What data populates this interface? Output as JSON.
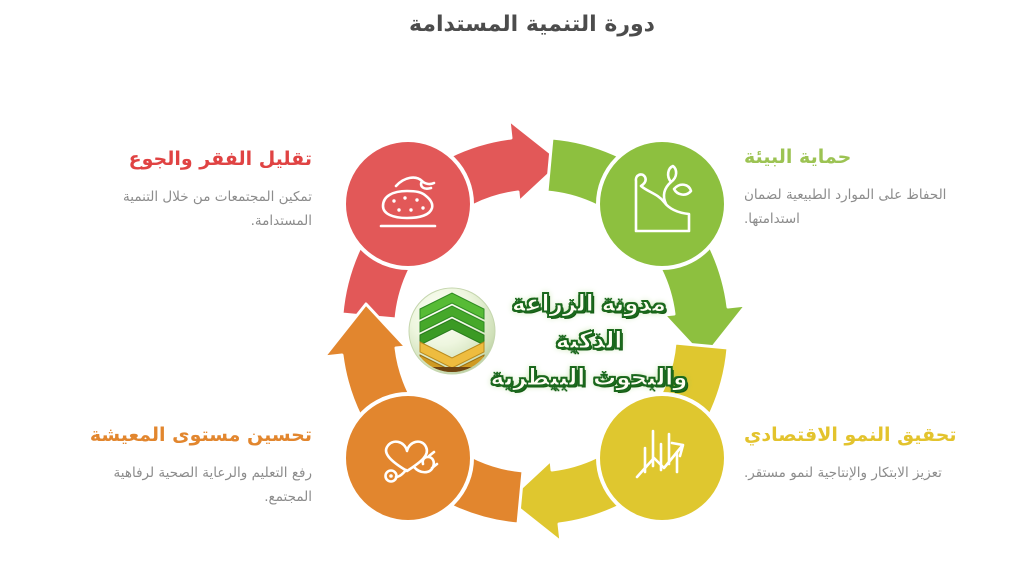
{
  "title": "دورة التنمية المستدامة",
  "brand": {
    "line1": "مدونة الزراعة الذكية",
    "line2": "والبحوث البيطرية",
    "logo": "plant-wheat-emblem",
    "text_color": "#fffef2",
    "outline_color": "#17641c"
  },
  "nodes": {
    "poverty": {
      "heading": "تقليل الفقر والجوع",
      "description": "تمكين المجتمعات من خلال التنمية المستدامة.",
      "color": "#e25858",
      "heading_color": "#e04343",
      "icon": "bread-hand-icon",
      "position": "top-left"
    },
    "environment": {
      "heading": "حماية البيئة",
      "description": "الحفاظ على الموارد الطبيعية لضمان استدامتها.",
      "color": "#8dc03f",
      "heading_color": "#9cc353",
      "icon": "plant-growth-icon",
      "position": "top-right"
    },
    "economy": {
      "heading": "تحقيق النمو الاقتصادي",
      "description": "تعزيز الابتكار والإنتاجية لنمو مستقر.",
      "color": "#dfc72f",
      "heading_color": "#e3c32d",
      "icon": "growth-chart-icon",
      "position": "bottom-right"
    },
    "living": {
      "heading": "تحسين مستوى المعيشة",
      "description": "رفع التعليم والرعاية الصحية لرفاهية المجتمع.",
      "color": "#e2862e",
      "heading_color": "#e2862e",
      "icon": "heart-stethoscope-icon",
      "position": "bottom-left"
    }
  },
  "misc": {
    "title_color": "#4c4c4c",
    "description_color": "#8c8c8c",
    "cycle_direction": "clockwise"
  }
}
